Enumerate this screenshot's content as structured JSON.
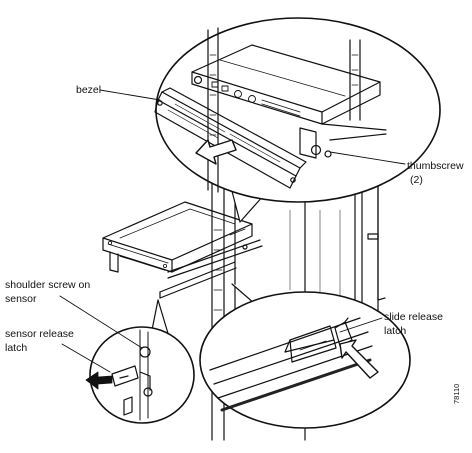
{
  "labels": {
    "bezel": "bezel",
    "thumbscrew": "thumbscrew",
    "thumbscrew_count": "(2)",
    "shoulder_screw_line1": "shoulder screw on",
    "shoulder_screw_line2": "sensor",
    "sensor_release_line1": "sensor release",
    "sensor_release_line2": "latch",
    "slide_release_line1": "slide release",
    "slide_release_line2": "latch"
  },
  "figure_id": "78110"
}
